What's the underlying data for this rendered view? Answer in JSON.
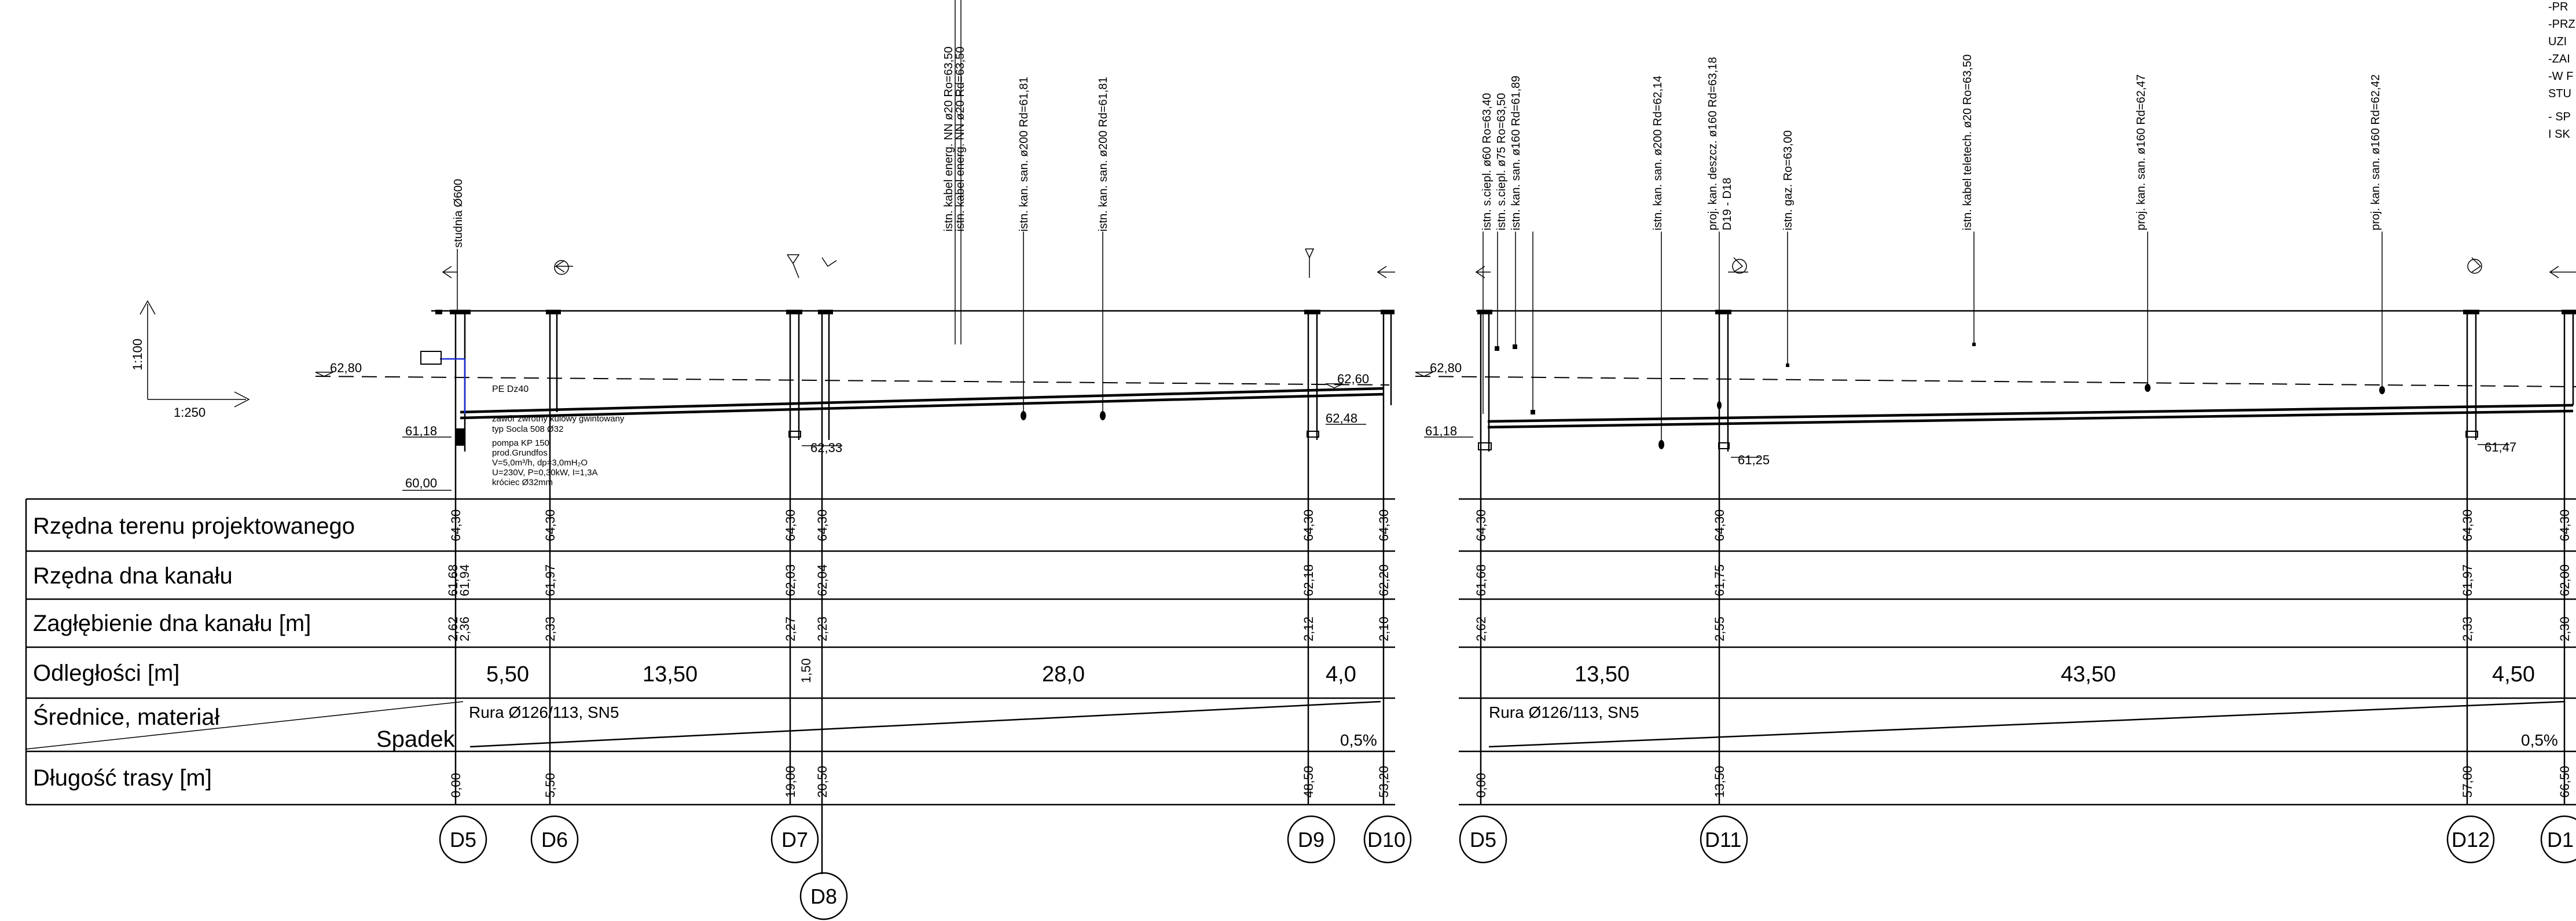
{
  "scale": {
    "vertical": "1:100",
    "horizontal": "1:250"
  },
  "rows": [
    {
      "key": "terrain",
      "label": "Rzędna terenu projektowanego"
    },
    {
      "key": "invert",
      "label": "Rzędna dna kanału"
    },
    {
      "key": "depth",
      "label": "Zagłębienie dna kanału [m]"
    },
    {
      "key": "dist",
      "label": "Odległości [m]"
    },
    {
      "key": "pipe",
      "label": "Średnice, materiał",
      "sublabel": "Spadek"
    },
    {
      "key": "length",
      "label": "Długość trasy [m]"
    }
  ],
  "left_profile": {
    "level_labels": [
      "62,80",
      "62,60",
      "62,48",
      "61,18",
      "60,00",
      "62,33"
    ],
    "pipe_label": "PE Dz40",
    "pump_notes": [
      "zawór zwrotny kulowy gwintowany",
      "typ Socla 508 Ø32",
      "pompa KP 150",
      "prod.Grundfos",
      "V=5,0m³/h, dp=3,0mH₂O",
      "U=230V, P=0,30kW, I=1,3A",
      "króciec Ø32mm"
    ],
    "crossings": [
      "studnia Ø600",
      "istn. kabel energ. NN  ø20  Ro=63,50",
      "istn. kabel energ. NN  ø20  Rd=63,50",
      "istn. kan. san.  ø200  Rd=61,81",
      "istn. kan. san.  ø200  Rd=61,81"
    ],
    "terrain": [
      "64,30",
      "64,30",
      "64,30",
      "64,30",
      "64,30",
      "64,30"
    ],
    "invert": [
      "61,68",
      "61,94",
      "61,97",
      "62,03",
      "62,04",
      "62,18",
      "62,20"
    ],
    "depth": [
      "2,62",
      "2,36",
      "2,33",
      "2,27",
      "2,23",
      "2,12",
      "2,10"
    ],
    "distances": [
      "5,50",
      "13,50",
      "1,50",
      "28,0",
      "4,0"
    ],
    "pipe_material": "Rura Ø126/113, SN5",
    "slope": "0,5%",
    "chainage": [
      "0,00",
      "5,50",
      "19,00",
      "20,50",
      "48,50",
      "53,20"
    ],
    "nodes": [
      "D5",
      "D6",
      "D7",
      "D8",
      "D9",
      "D10"
    ]
  },
  "right_profile": {
    "level_labels": [
      "62,80",
      "61,18",
      "61,25",
      "61,47"
    ],
    "crossings": [
      "istn. s.ciepl.  ø60  Ro=63,40",
      "istn. s.ciepl.  ø75  Ro=63,50",
      "istn. kan. san.  ø160  Rd=61,89",
      "istn. kan. san.  ø200  Rd=62,14",
      "proj. kan. deszcz.  ø160  Rd=63,18",
      "D19 - D18",
      "istn. gaz.  Ro=63,00",
      "istn. kabel teletech.  ø20  Ro=63,50",
      "proj. kan. san.  ø160  Rd=62,47",
      "proj. kan. san.  ø160  Rd=62,42"
    ],
    "terrain": [
      "64,30",
      "64,30",
      "64,30",
      "64,30"
    ],
    "invert": [
      "61,68",
      "61,75",
      "61,97",
      "62,00"
    ],
    "depth": [
      "2,62",
      "2,55",
      "2,33",
      "2,30"
    ],
    "distances": [
      "13,50",
      "43,50",
      "4,50"
    ],
    "pipe_material": "Rura Ø126/113, SN5",
    "slope": "0,5%",
    "chainage": [
      "0,00",
      "13,50",
      "57,00",
      "66,50"
    ],
    "nodes": [
      "D5",
      "D11",
      "D12",
      "D1"
    ]
  },
  "notes_fragment": [
    "-PR",
    "-PRZ",
    "UZI",
    "-ZAI",
    "-W F",
    "STU",
    "- SP",
    "I SK"
  ]
}
